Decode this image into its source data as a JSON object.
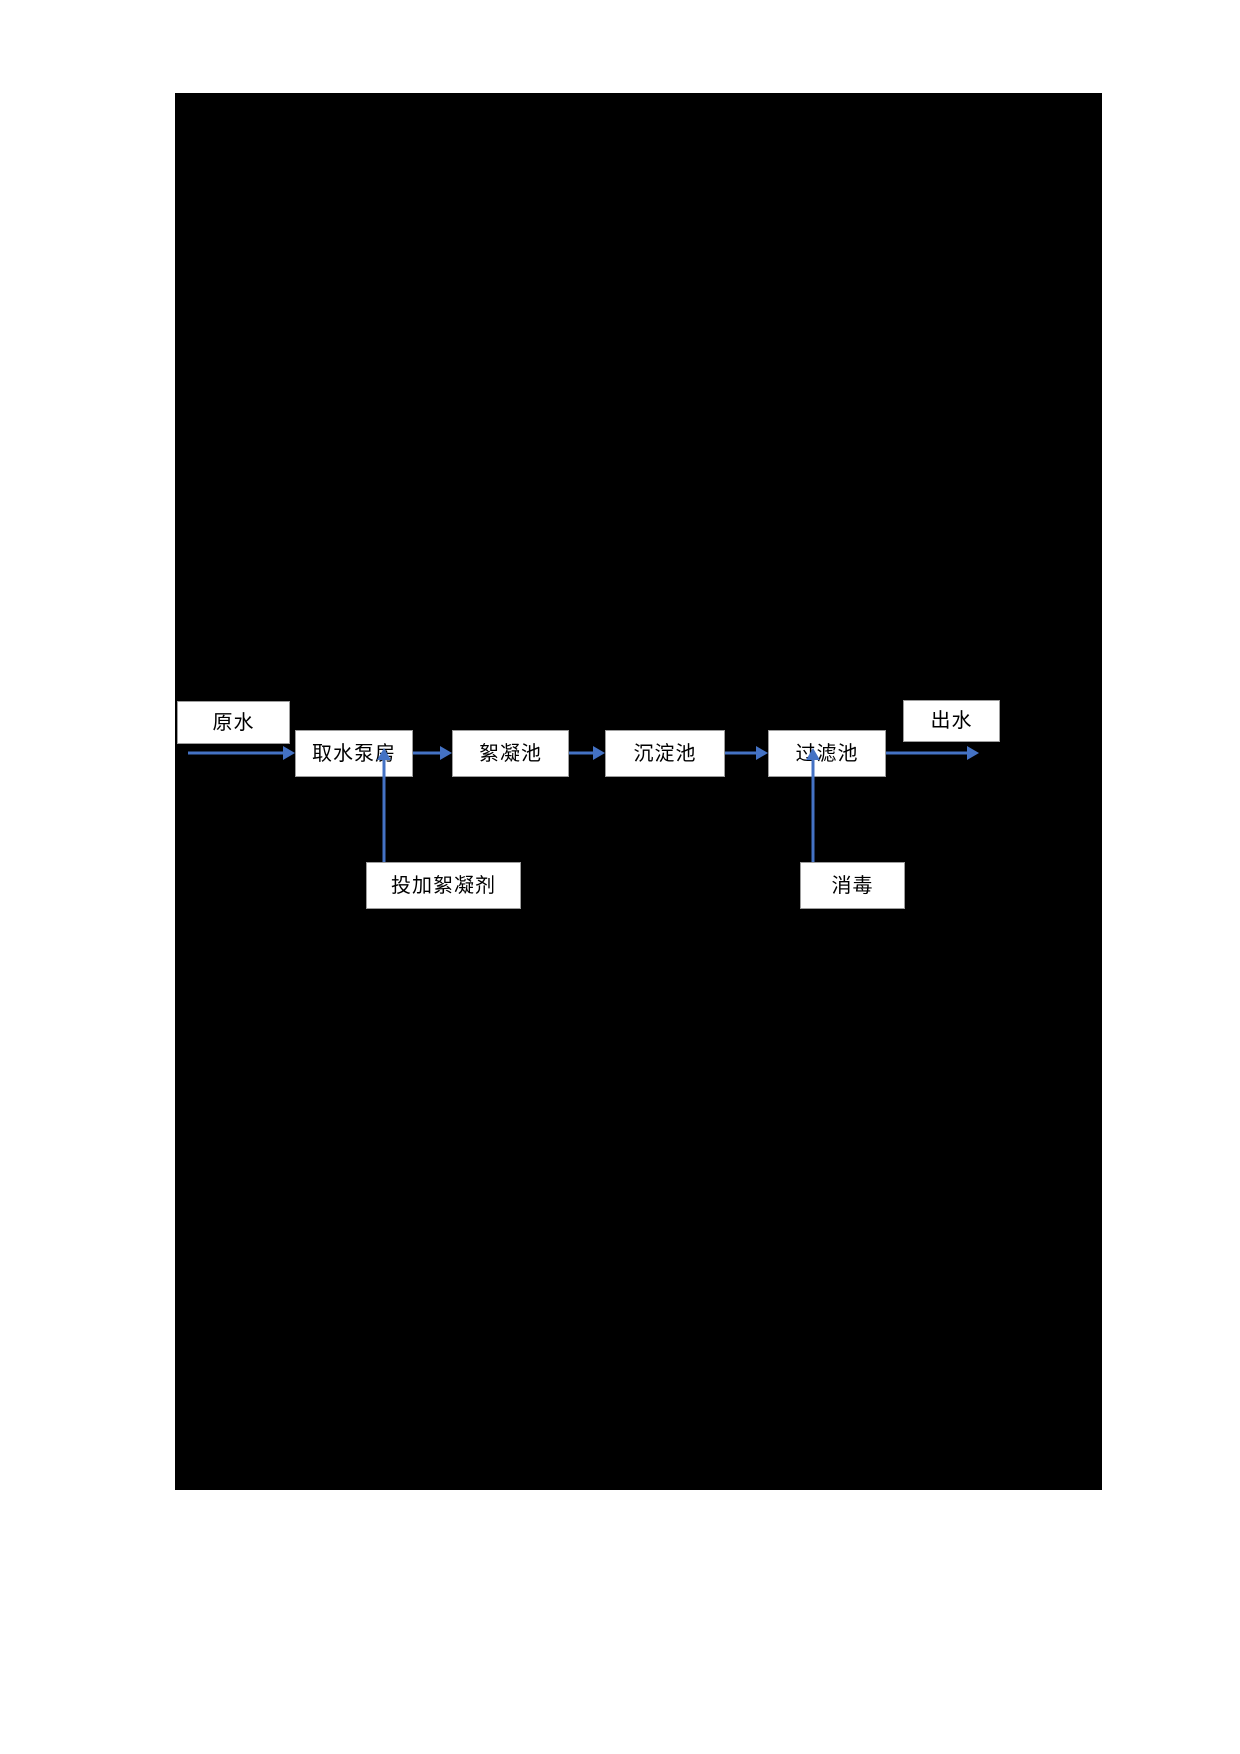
{
  "page": {
    "background_color": "#ffffff",
    "canvas_color": "#000000",
    "accent_color": "#4472c4",
    "box_border_color": "#9d9d9d",
    "box_fill_color": "#ffffff",
    "text_color": "#000000"
  },
  "diagram": {
    "type": "flowchart",
    "orientation": "left-to-right",
    "nodes": [
      {
        "id": "raw_water",
        "label": "原水"
      },
      {
        "id": "intake",
        "label": "取水泵房"
      },
      {
        "id": "floc",
        "label": "絮凝池"
      },
      {
        "id": "sed",
        "label": "沉淀池"
      },
      {
        "id": "filter",
        "label": "过滤池"
      },
      {
        "id": "effluent",
        "label": "出水"
      },
      {
        "id": "coagulant",
        "label": "投加絮凝剂"
      },
      {
        "id": "disinfect",
        "label": "消毒"
      }
    ],
    "edges": [
      {
        "from": "raw_water",
        "to": "intake",
        "direction": "right"
      },
      {
        "from": "intake",
        "to": "floc",
        "direction": "right"
      },
      {
        "from": "floc",
        "to": "sed",
        "direction": "right"
      },
      {
        "from": "sed",
        "to": "filter",
        "direction": "right"
      },
      {
        "from": "filter",
        "to": "effluent",
        "direction": "right"
      },
      {
        "from": "coagulant",
        "to": "intake",
        "direction": "up"
      },
      {
        "from": "disinfect",
        "to": "filter",
        "direction": "up"
      }
    ]
  }
}
